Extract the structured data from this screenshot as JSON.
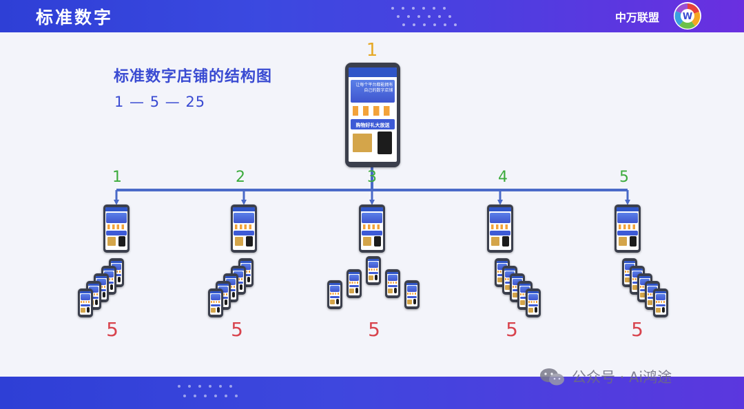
{
  "slide": {
    "title": "标准数字",
    "brand_name": "中万联盟",
    "logo_letter": "W"
  },
  "diagram": {
    "title": "标准数字店铺的结构图",
    "formula": "1 — 5 — 25",
    "top_number": "1",
    "branches": [
      {
        "label": "1",
        "count": "5"
      },
      {
        "label": "2",
        "count": "5"
      },
      {
        "label": "3",
        "count": "5"
      },
      {
        "label": "4",
        "count": "5"
      },
      {
        "label": "5",
        "count": "5"
      }
    ],
    "phone_promo_text": "购物好礼大放送",
    "phone_banner_text": "让每个平台都能拥有自己的数字店铺"
  },
  "colors": {
    "primary_blue": "#3a4bd2",
    "top_number": "#e6a824",
    "branch_number": "#3cab3c",
    "count_number": "#d8434d",
    "connector": "#4a6ac8"
  },
  "watermark": {
    "text": "公众号 · Ai鸿途"
  }
}
